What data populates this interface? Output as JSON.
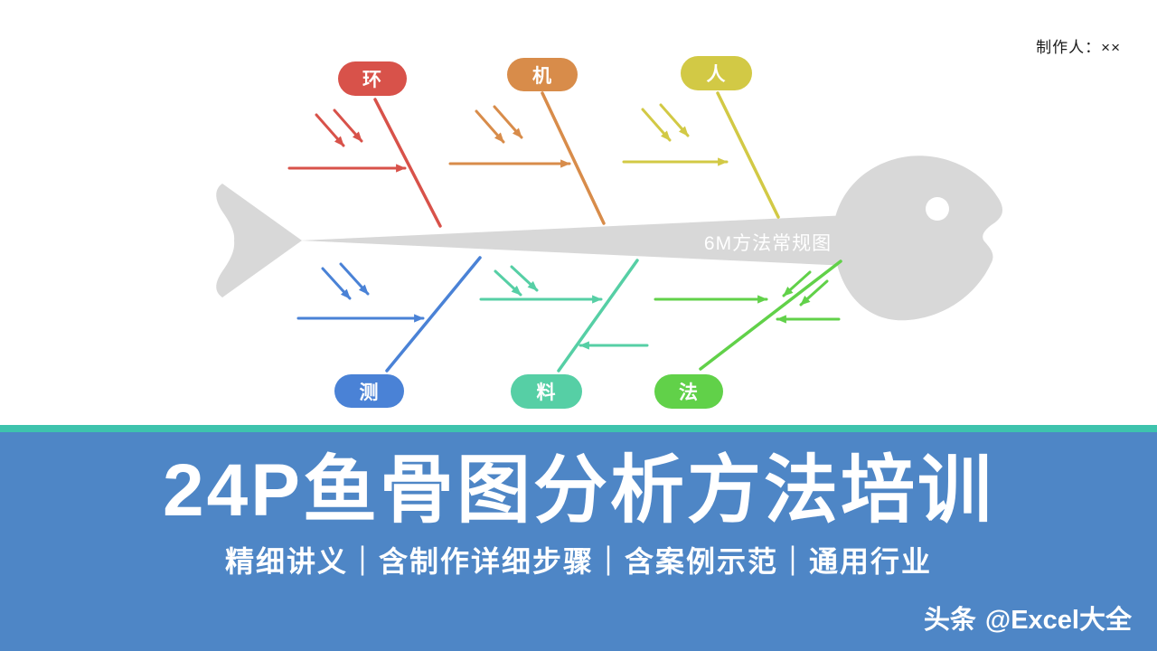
{
  "header": {
    "producer": "制作人：××"
  },
  "diagram": {
    "spine_label": "6M方法常规图",
    "fish_color": "#d8d8d8",
    "categories": [
      {
        "id": "environment",
        "label": "环",
        "color": "#d8524a",
        "side": "top"
      },
      {
        "id": "machine",
        "label": "机",
        "color": "#d88c4a",
        "side": "top"
      },
      {
        "id": "man",
        "label": "人",
        "color": "#d2c945",
        "side": "top"
      },
      {
        "id": "measurement",
        "label": "测",
        "color": "#4a82d6",
        "side": "bottom"
      },
      {
        "id": "material",
        "label": "料",
        "color": "#56cfa5",
        "side": "bottom"
      },
      {
        "id": "method",
        "label": "法",
        "color": "#61d149",
        "side": "bottom"
      }
    ]
  },
  "banner": {
    "title": "24P鱼骨图分析方法培训",
    "subtitle": "精细讲义｜含制作详细步骤｜含案例示范｜通用行业",
    "watermark_prefix": "头条",
    "watermark_account": "@Excel大全",
    "background_color": "#4e86c6",
    "divider_color": "#3ec3ad"
  }
}
